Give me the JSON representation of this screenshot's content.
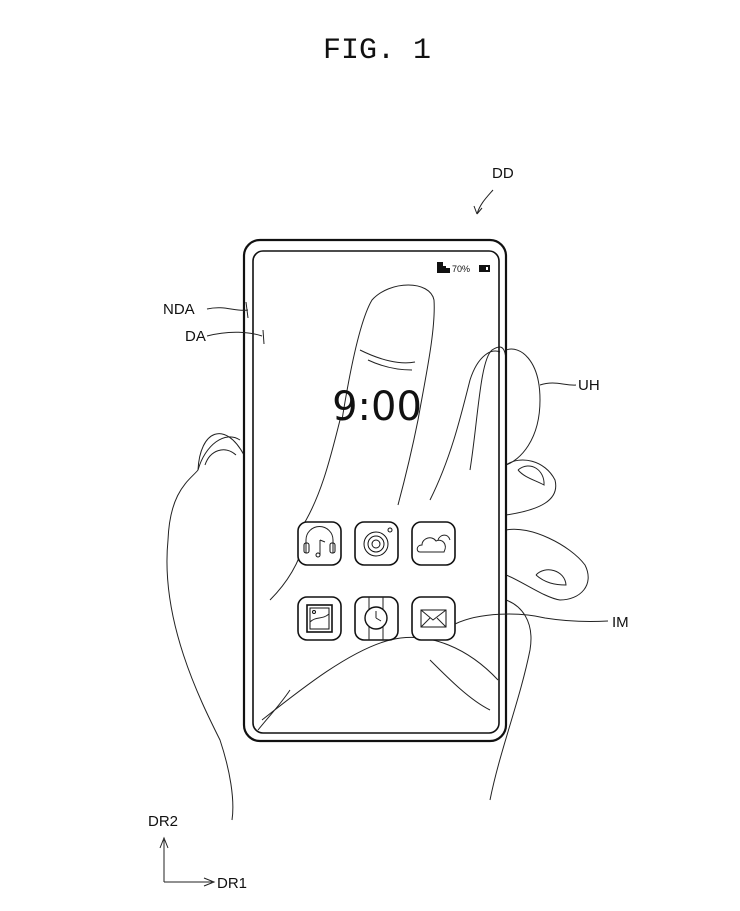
{
  "figure": {
    "title": "FIG. 1"
  },
  "labels": {
    "device": "DD",
    "non_display_area": "NDA",
    "display_area": "DA",
    "user_hand": "UH",
    "icon": "IM",
    "direction_2": "DR2",
    "direction_1": "DR1"
  },
  "screen": {
    "status": {
      "signal_icon": "signal-icon",
      "battery_percent": "70%",
      "battery_icon": "battery-icon"
    },
    "clock": "9:00",
    "icons": [
      "headphones-music-icon",
      "camera-icon",
      "weather-cloud-icon",
      "gallery-icon",
      "watch-icon",
      "mail-icon"
    ]
  }
}
